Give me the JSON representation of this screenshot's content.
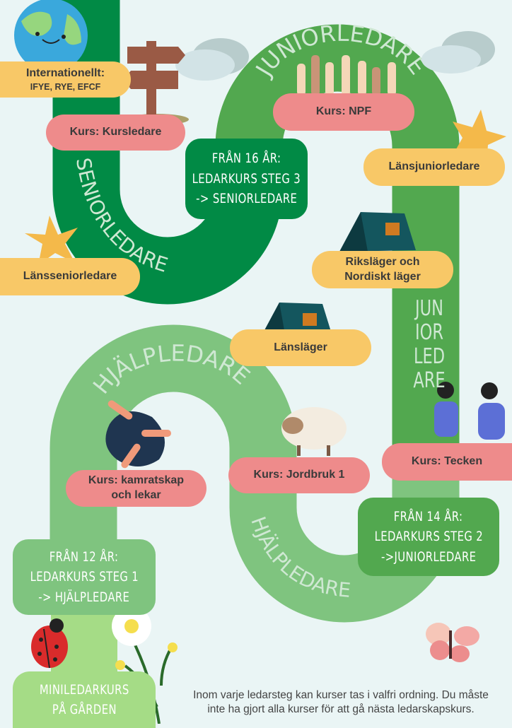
{
  "roads": {
    "senior_label": "SENIORLEDARE",
    "junior_arch_label": "JUNIORLEDARE",
    "junior_vertical_lines": [
      "JUN",
      "IOR",
      "LED",
      "ARE"
    ],
    "help_top_label": "HJÄLPLEDARE",
    "help_bottom_label": "HJÄLPLEDARE"
  },
  "boxes": {
    "international": {
      "title": "Internationellt:",
      "subtitle": "IFYE, RYE, EFCF"
    },
    "kursledare": "Kurs: Kursledare",
    "npf": "Kurs: NPF",
    "lansjuniorledare": "Länsjuniorledare",
    "rikslager": [
      "Riksläger och",
      "Nordiskt läger"
    ],
    "lansseniorledare": "Länsseniorledare",
    "lanslager": "Länsläger",
    "kamratskap": [
      "Kurs: kamratskap",
      "och lekar"
    ],
    "jordbruk": "Kurs: Jordbruk 1",
    "tecken": "Kurs: Tecken"
  },
  "steps": {
    "step3": [
      "FRÅN 16 ÅR:",
      "LEDARKURS STEG 3",
      "-> SENIORLEDARE"
    ],
    "step2": [
      "FRÅN 14 ÅR:",
      "LEDARKURS STEG 2",
      "->JUNIORLEDARE"
    ],
    "step1": [
      "FRÅN 12 ÅR:",
      "LEDARKURS STEG 1",
      "-> HJÄLPLEDARE"
    ],
    "mini": [
      "MINILEDARKURS",
      "PÅ GÅRDEN"
    ]
  },
  "footer": [
    "Inom varje ledarsteg kan kurser tas i valfri ordning. Du måste",
    "inte ha gjort alla kurser för att gå nästa ledarskapskurs."
  ],
  "colors": {
    "dark_green": "#018a45",
    "mid_green": "#52a84f",
    "light_green": "#7fc47f",
    "pale_green": "#a5dc86",
    "yellow": "#f8c867",
    "pink": "#ee8b8b",
    "background": "#eaf5f5"
  }
}
